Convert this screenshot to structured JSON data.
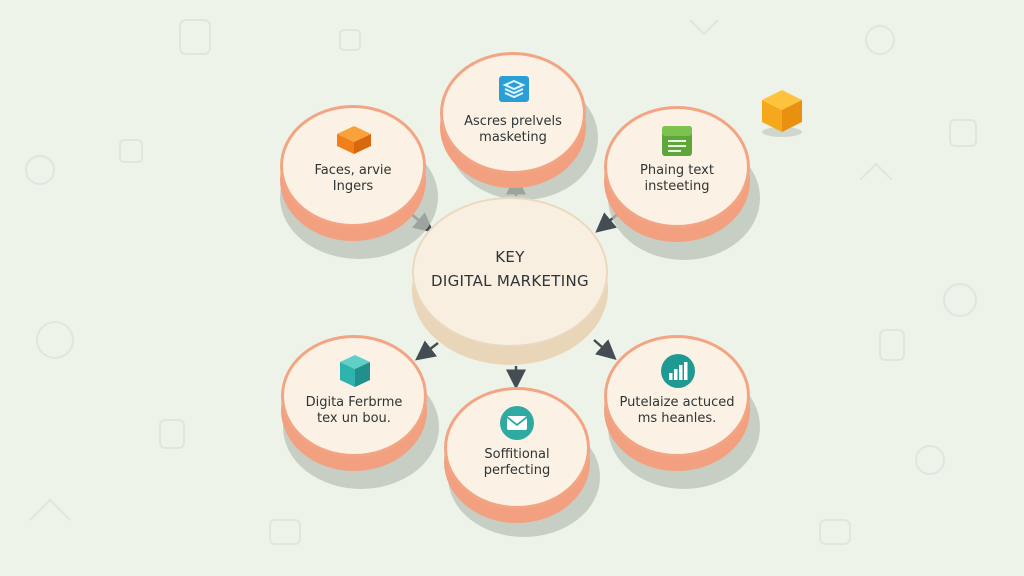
{
  "center": {
    "line1": "KEY",
    "line2": "DIGITAL MARKETING"
  },
  "nodes": [
    {
      "id": "top",
      "text": "Ascres prelvels\nmasketing",
      "icon": "layers-icon",
      "color": "#2a9fd6"
    },
    {
      "id": "top-left",
      "text": "Faces, arvie\nIngers",
      "icon": "box-icon",
      "color": "#f07f1a"
    },
    {
      "id": "top-right",
      "text": "Phaing text\ninsteeting",
      "icon": "document-icon",
      "color": "#5ea63a"
    },
    {
      "id": "bottom-left",
      "text": "Digita Ferbrme\ntex un bou.",
      "icon": "cube-icon",
      "color": "#2fb3ad"
    },
    {
      "id": "bottom",
      "text": "Soffitional\nperfecting",
      "icon": "email-icon",
      "color": "#2faaa3"
    },
    {
      "id": "bottom-right",
      "text": "Putelaize actuced\nms heanles.",
      "icon": "bar-chart-icon",
      "color": "#1f9a93"
    }
  ],
  "decor": {
    "floating_cube_color": "#f6a81c"
  }
}
